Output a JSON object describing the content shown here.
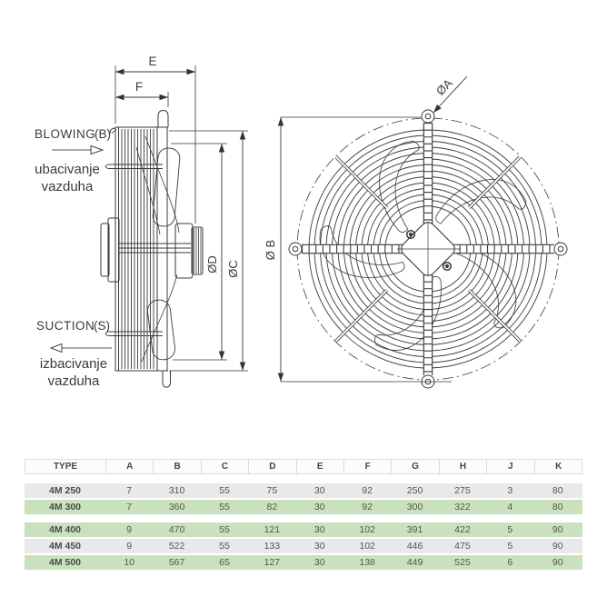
{
  "drawing": {
    "side_view": {
      "dim_e": "E",
      "dim_f": "F",
      "dim_od": "ØD",
      "dim_oc": "ØC",
      "blowing_label": "BLOWING",
      "blowing_code": "(B)",
      "blowing_sub1": "ubacivanje",
      "blowing_sub2": "vazduha",
      "suction_label": "SUCTION",
      "suction_code": "(S)",
      "suction_sub1": "izbacivanje",
      "suction_sub2": "vazduha"
    },
    "front_view": {
      "dim_oa": "ØA",
      "dim_ob": "Ø B"
    }
  },
  "table": {
    "headers": [
      "TYPE",
      "A",
      "B",
      "C",
      "D",
      "E",
      "F",
      "G",
      "H",
      "J",
      "K"
    ],
    "rows": [
      {
        "type": "4M 250",
        "values": [
          "7",
          "310",
          "55",
          "75",
          "30",
          "92",
          "250",
          "275",
          "3",
          "80"
        ],
        "shade": "gray",
        "gap_before": false
      },
      {
        "type": "4M 300",
        "values": [
          "7",
          "360",
          "55",
          "82",
          "30",
          "92",
          "300",
          "322",
          "4",
          "80"
        ],
        "shade": "green",
        "gap_before": false
      },
      {
        "type": "4M 400",
        "values": [
          "9",
          "470",
          "55",
          "121",
          "30",
          "102",
          "391",
          "422",
          "5",
          "90"
        ],
        "shade": "green",
        "gap_before": true
      },
      {
        "type": "4M 450",
        "values": [
          "9",
          "522",
          "55",
          "133",
          "30",
          "102",
          "446",
          "475",
          "5",
          "90"
        ],
        "shade": "gray",
        "gap_before": false
      },
      {
        "type": "4M 500",
        "values": [
          "10",
          "567",
          "65",
          "127",
          "30",
          "138",
          "449",
          "525",
          "6",
          "90"
        ],
        "shade": "green",
        "gap_before": false
      }
    ],
    "colors": {
      "green": "#c9e2bd",
      "gray": "#e9e9e9",
      "header_border": "#dcdcdc",
      "text": "#555555",
      "header_text": "#444444",
      "ink": "#3a3a3a"
    }
  }
}
